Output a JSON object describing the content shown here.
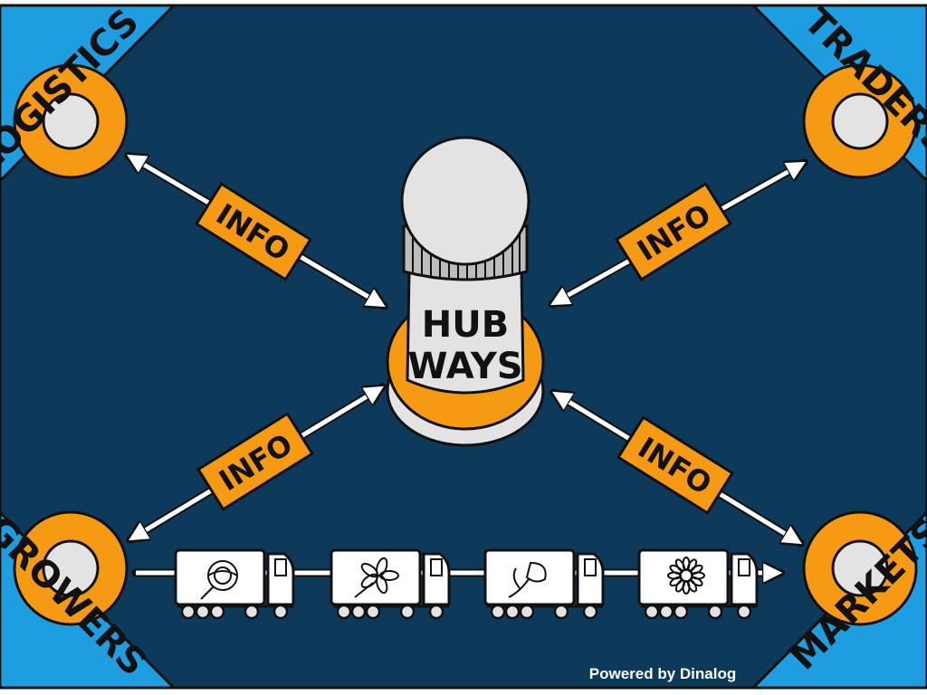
{
  "hub": {
    "line1": "HUB",
    "line2": "WAYS"
  },
  "corners": {
    "top_left": "LOGISTICS",
    "top_right": "TRADERS",
    "bottom_left": "GROWERS",
    "bottom_right": "MARKETS"
  },
  "info_tags": {
    "top_left": "INFO",
    "top_right": "INFO",
    "bottom_left": "INFO",
    "bottom_right": "INFO"
  },
  "trucks": [
    {
      "cargo": "rose-icon"
    },
    {
      "cargo": "lily-icon"
    },
    {
      "cargo": "tulip-icon"
    },
    {
      "cargo": "daisy-icon"
    }
  ],
  "footer": {
    "credit": "Powered by Dinalog"
  },
  "colors": {
    "background": "#0d3a5a",
    "corner_blue": "#1e9ee0",
    "orange": "#f59a12",
    "outline": "#111111",
    "light_gray": "#e3e3e3",
    "white": "#ffffff"
  }
}
